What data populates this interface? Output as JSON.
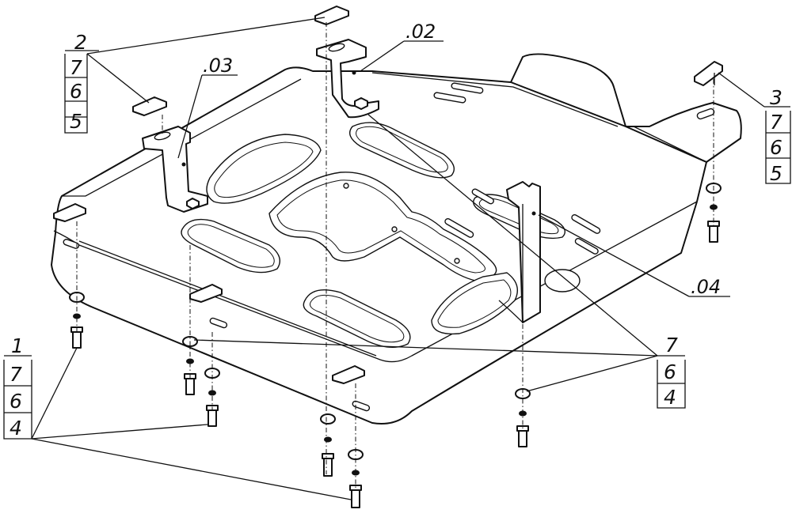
{
  "callouts": {
    "c2": {
      "part": "2",
      "items": [
        "7",
        "6",
        "5"
      ]
    },
    "c3": {
      "part": "3",
      "items": [
        "7",
        "6",
        "5"
      ]
    },
    "c1": {
      "part": "1",
      "items": [
        "7",
        "6",
        "4"
      ]
    },
    "c7": {
      "part": "7",
      "items": [
        "6",
        "4"
      ]
    }
  },
  "refs": {
    "r02": ".02",
    "r03": ".03",
    "r04": ".04"
  },
  "colors": {
    "line": "#111111",
    "background": "#ffffff"
  }
}
